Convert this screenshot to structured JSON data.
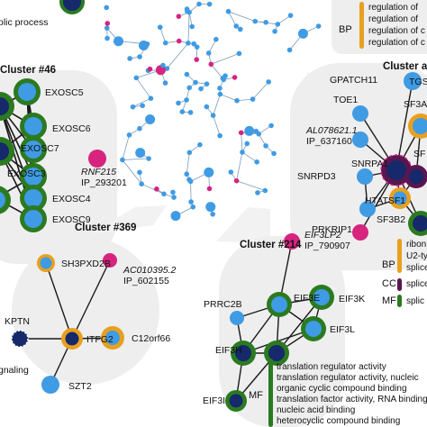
{
  "clusters": {
    "c46": "Cluster #46",
    "c369": "Cluster #369",
    "c214": "Cluster #214",
    "c_right": "Cluster a"
  },
  "left_legend": {
    "text": "olic process"
  },
  "left_genes": [
    "EXOSC5",
    "EXOSC6",
    "EXOSC7",
    "EXOSC3",
    "EXOSC4",
    "EXOSC9"
  ],
  "left_novel": {
    "gene": "RNF215",
    "id": "IP_293201"
  },
  "mid_genes": [
    "SH3PXD2B",
    "KPTN",
    "ITFG2",
    "C12orf66",
    "SZT2"
  ],
  "mid_novel": {
    "gene": "AC010395.2",
    "id": "IP_602155"
  },
  "mid_legend_text": "gnaling",
  "bottom_genes": [
    "PRRC2B",
    "EIF3E",
    "EIF3K",
    "EIF3H",
    "EIF3L",
    "EIF3I"
  ],
  "bottom_novel": {
    "gene": "EIF3LP2",
    "id": "IP_790907"
  },
  "right_genes": [
    "GPATCH11",
    "TGS",
    "TOE1",
    "SF3A",
    "SNRPD3",
    "SNRPA1",
    "SF",
    "PRKRIP1",
    "HTATSF1",
    "SF3B2"
  ],
  "right_novel": {
    "gene": "AL078621.1",
    "id": "IP_637160"
  },
  "go_top": {
    "category": "BP",
    "terms": [
      "regulation of",
      "regulation of",
      "regulation of c",
      "regulation of c"
    ]
  },
  "go_right": {
    "categories": [
      "BP",
      "CC",
      "MF"
    ],
    "terms": [
      "ribon",
      "U2-ty",
      "splice",
      "splice",
      "splic"
    ]
  },
  "go_mf": {
    "category": "MF",
    "terms": [
      "translation regulator activity",
      "translation regulator activity, nucleic",
      "organic cyclic compound binding",
      "translation factor activity, RNA binding",
      "nucleic acid binding",
      "heterocyclic compound binding"
    ]
  },
  "colors": {
    "known": "#3f9be3",
    "novel": "#d6247f",
    "hub": "#15296b",
    "bp_ring": "#e8a020",
    "mf_ring": "#2b7a20",
    "cc_ring": "#5a1650",
    "panel": "#eeeeee",
    "edge": "#1a1a1a"
  }
}
